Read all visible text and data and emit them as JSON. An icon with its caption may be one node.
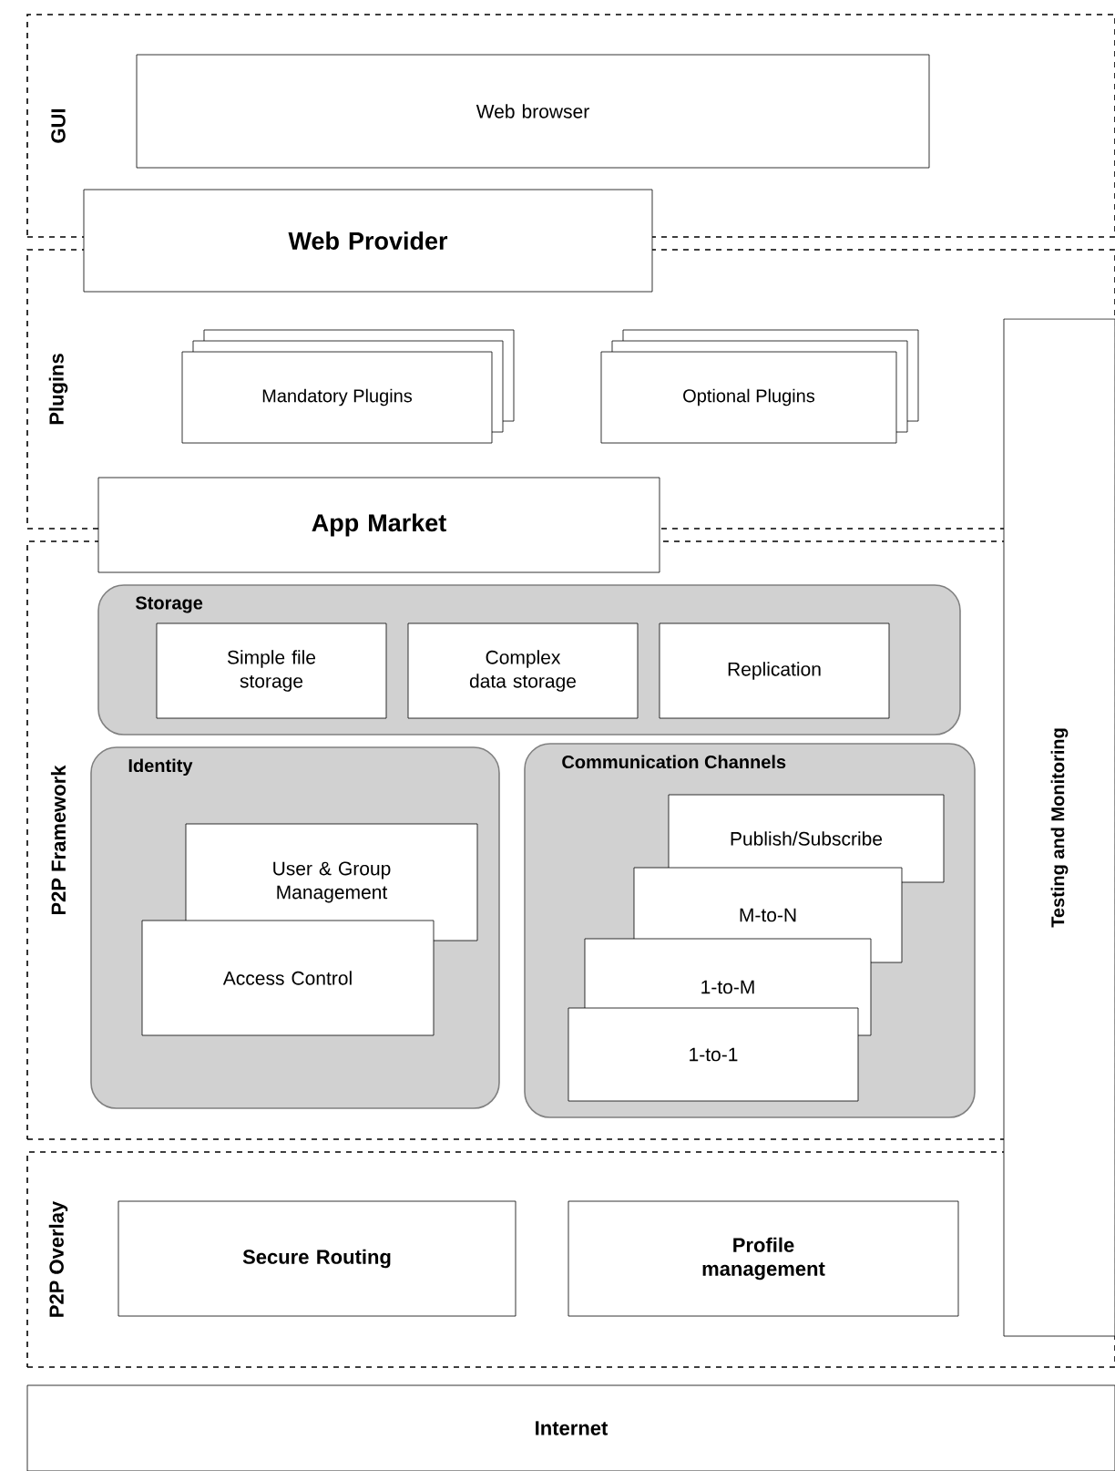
{
  "diagram": {
    "nodes": [
      {
        "text": [
          "GUI"
        ]
      },
      {
        "text": [
          "Web browser"
        ],
        "in": 0
      },
      {
        "text": [
          "Web Provider"
        ]
      },
      {
        "text": [
          "Plugins"
        ]
      },
      {
        "text": [
          "Mandatory Plugins"
        ],
        "in": 3
      },
      {
        "text": [
          "Optional Plugins"
        ],
        "in": 3
      },
      {
        "text": [
          "App Market"
        ]
      },
      {
        "text": [
          "P2P Framework"
        ]
      },
      {
        "text": [
          "Storage"
        ],
        "in": 7
      },
      {
        "text": [
          "Simple file storage"
        ],
        "in": 8
      },
      {
        "text": [
          "Complex data storage"
        ],
        "in": 8
      },
      {
        "text": [
          "Replication"
        ],
        "in": 8
      },
      {
        "text": [
          "Identity"
        ],
        "in": 7
      },
      {
        "text": [
          "User & Group Management"
        ],
        "in": 12
      },
      {
        "text": [
          "Access Control"
        ],
        "in": 12
      },
      {
        "text": [
          "Communication Channels"
        ],
        "in": 7
      },
      {
        "text": [
          "Publish/Subscribe"
        ],
        "in": 15
      },
      {
        "text": [
          "M-to-N"
        ],
        "in": 15
      },
      {
        "text": [
          "1-to-M"
        ],
        "in": 15
      },
      {
        "text": [
          "1-to-1"
        ],
        "in": 15
      },
      {
        "text": [
          "P2P Overlay"
        ]
      },
      {
        "text": [
          "Secure Routing"
        ],
        "in": 20
      },
      {
        "text": [
          "Profile management"
        ],
        "in": 20
      },
      {
        "text": [
          "Testing and Monitoring"
        ]
      },
      {
        "text": [
          "Internet"
        ]
      }
    ]
  }
}
